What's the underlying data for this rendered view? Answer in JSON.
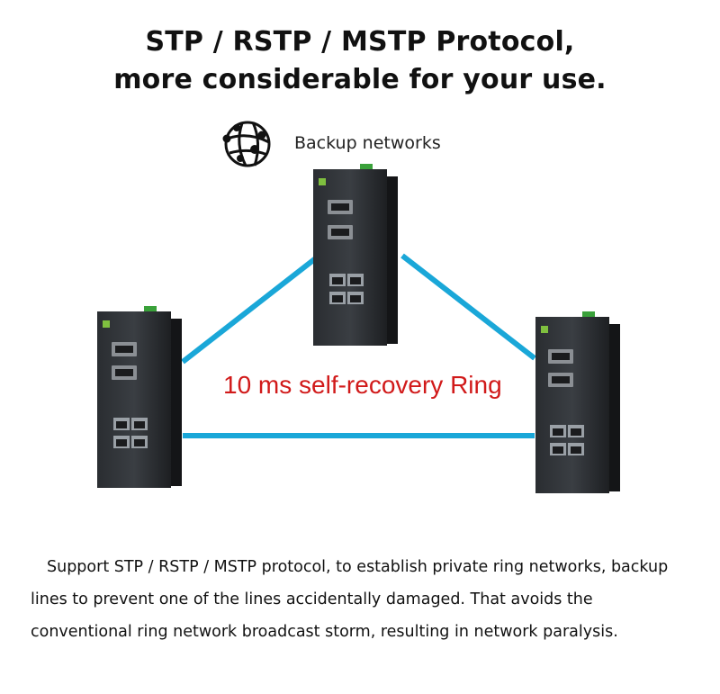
{
  "headline": {
    "line1": "STP / RSTP / MSTP Protocol,",
    "line2": "more considerable for your use."
  },
  "backup": {
    "label": "Backup networks",
    "icon": "globe-network-icon"
  },
  "ring": {
    "label": "10 ms self-recovery Ring",
    "link_color": "#1aa7d8",
    "label_color": "#d11a1a"
  },
  "description": "Support STP / RSTP / MSTP protocol, to establish private ring networks, backup lines to prevent one of the lines accidentally damaged. That avoids the conventional ring network broadcast storm, resulting in network paralysis."
}
